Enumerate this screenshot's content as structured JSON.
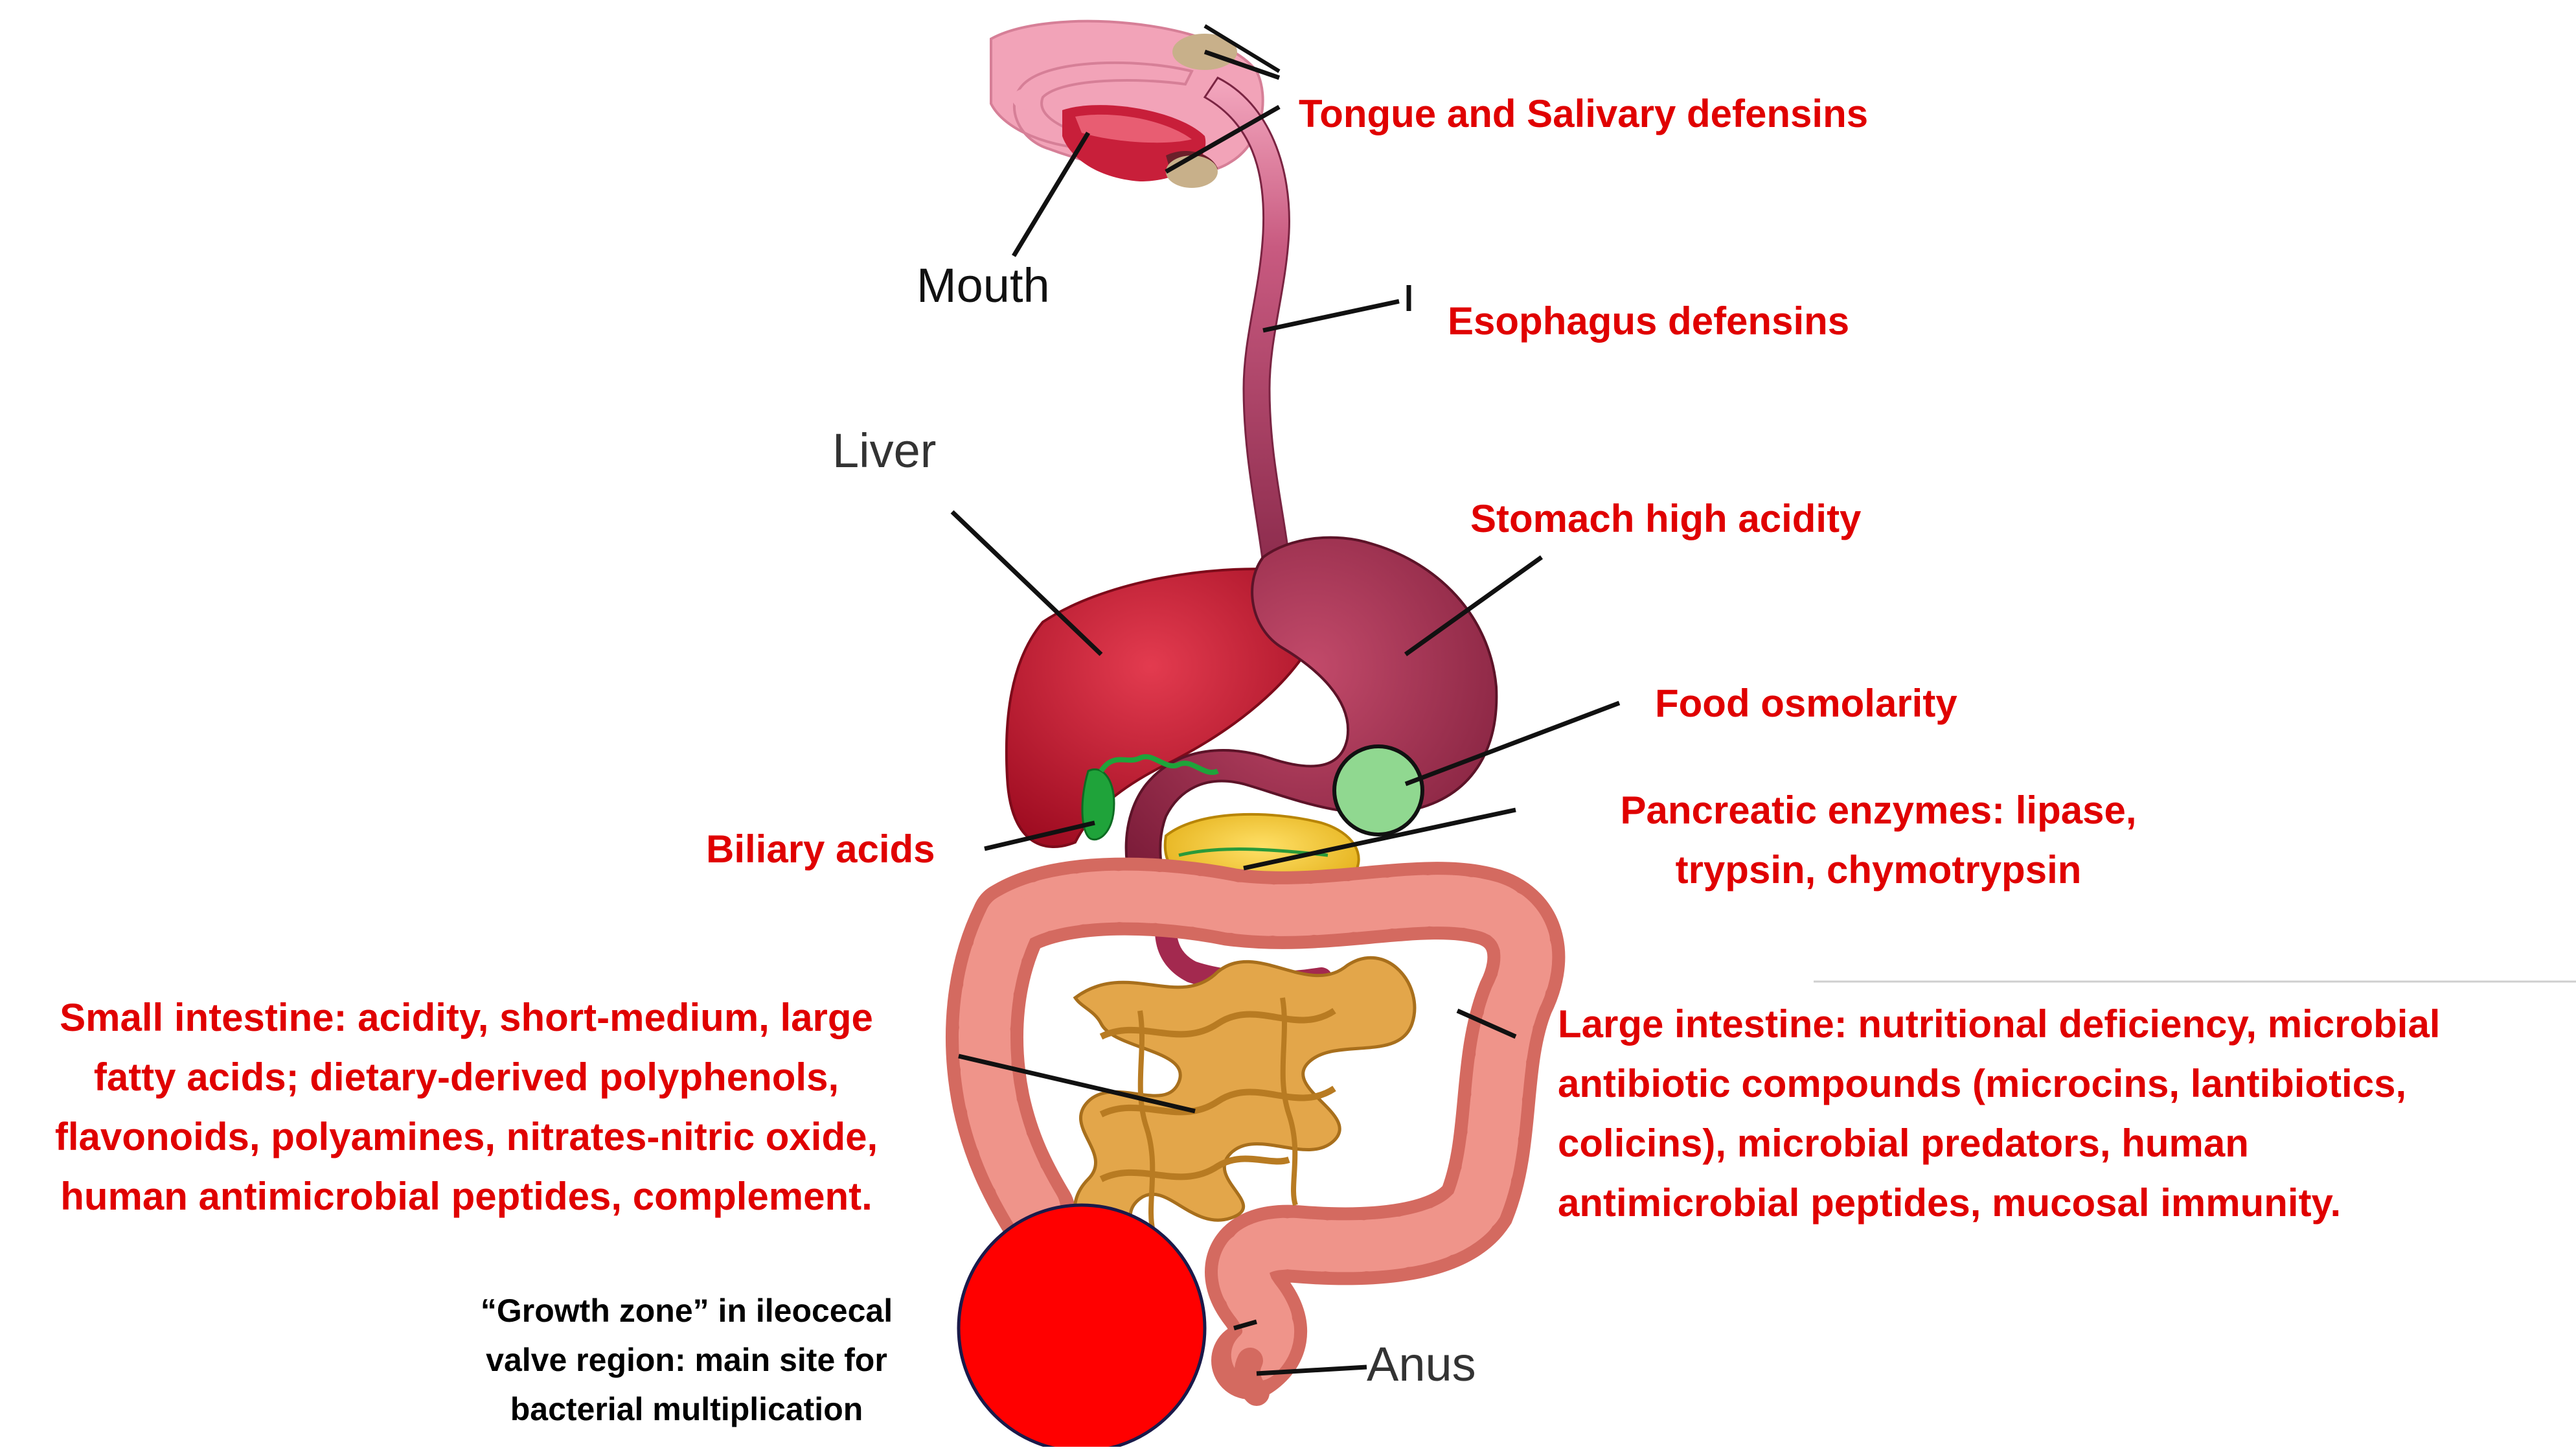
{
  "labels": {
    "tongue": "Tongue and Salivary defensins",
    "mouth": "Mouth",
    "esophagus": "Esophagus defensins",
    "liver": "Liver",
    "stomach": "Stomach high acidity",
    "food": "Food osmolarity",
    "biliary": "Biliary acids",
    "pancreatic_1": "Pancreatic enzymes: lipase,",
    "pancreatic_2": "trypsin, chymotrypsin",
    "small_1": "Small intestine: acidity, short-medium, large",
    "small_2": "fatty acids; dietary-derived polyphenols,",
    "small_3": "flavonoids, polyamines, nitrates-nitric oxide,",
    "small_4": "human antimicrobial peptides, complement.",
    "large_1": "Large intestine: nutritional deficiency, microbial",
    "large_2": "antibiotic compounds  (microcins, lantibiotics,",
    "large_3": "colicins), microbial predators, human",
    "large_4": "antimicrobial peptides, mucosal immunity.",
    "growth_1": "“Growth zone” in ileocecal",
    "growth_2": "valve region:  main site for",
    "growth_3": "bacterial multiplication",
    "anus": "Anus"
  },
  "colors": {
    "label_red": "#e00000",
    "growth_zone": "#ff0000",
    "food_marker": "#90d890",
    "liver": "#c8102e",
    "stomach": "#a3294f",
    "esophagus": "#9b3a5a",
    "colon": "#e07a70",
    "small_intestine": "#e3a64a",
    "pancreas": "#f3c31c",
    "gallbladder": "#1fa33a"
  }
}
